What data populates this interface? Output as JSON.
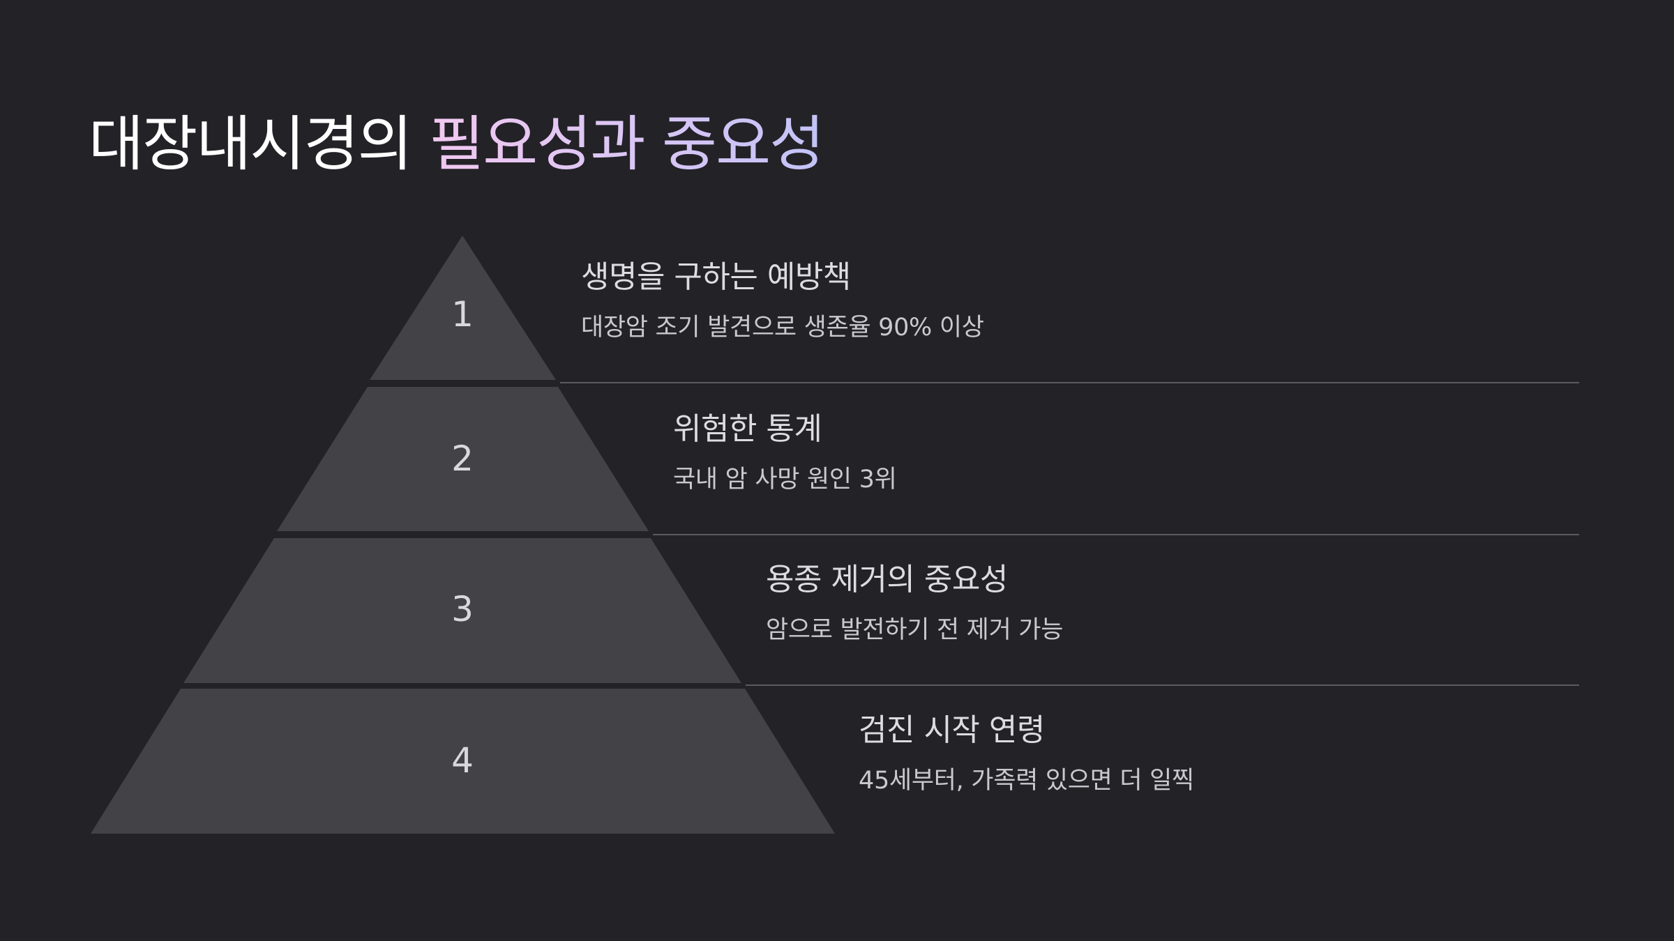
{
  "title": {
    "part1": "대장내시경의 ",
    "part2": "필요성과 중요성"
  },
  "tiers": [
    {
      "number": "1",
      "title": "생명을 구하는 예방책",
      "description": "대장암 조기 발견으로 생존율 90% 이상"
    },
    {
      "number": "2",
      "title": "위험한 통계",
      "description": "국내 암 사망 원인 3위"
    },
    {
      "number": "3",
      "title": "용종 제거의 중요성",
      "description": "암으로 발전하기 전 제거 가능"
    },
    {
      "number": "4",
      "title": "검진 시작 연령",
      "description": "45세부터, 가족력 있으면 더 일찍"
    }
  ],
  "colors": {
    "background": "#232227",
    "tier_fill": "#434247",
    "title_white": "#ffffff",
    "title_gradient_start": "#f2c8f0",
    "title_gradient_end": "#c3c3f7"
  }
}
